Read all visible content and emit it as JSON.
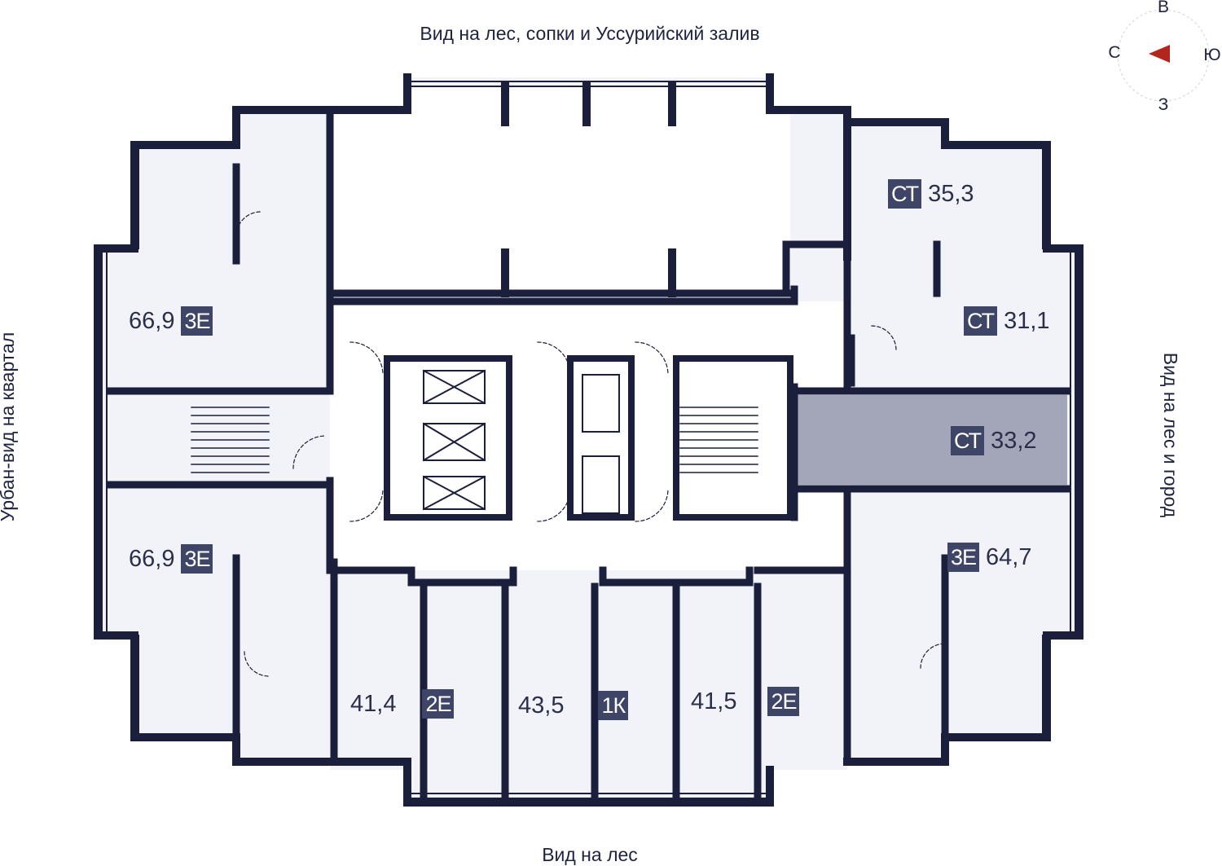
{
  "views": {
    "top": "Вид на лес, сопки и Уссурийский залив",
    "bottom": "Вид на лес",
    "left": "Урбан-вид на квартал",
    "right": "Вид на лес и город"
  },
  "compass": {
    "north": "С",
    "east": "В",
    "south": "Ю",
    "west": "З",
    "arrow_color": "#b3261e"
  },
  "colors": {
    "wall": "#1b1f3b",
    "floor": "#f2f3f9",
    "highlight": "#a3a6b9",
    "badge": "#3e4566"
  },
  "apartments": [
    {
      "id": "ct-35",
      "type": "СТ",
      "area": "35,3"
    },
    {
      "id": "ct-31",
      "type": "СТ",
      "area": "31,1"
    },
    {
      "id": "ct-33",
      "type": "СТ",
      "area": "33,2",
      "selected": true
    },
    {
      "id": "3e-64",
      "type": "3Е",
      "area": "64,7"
    },
    {
      "id": "3e-66-top",
      "type": "3Е",
      "area": "66,9"
    },
    {
      "id": "3e-66-bottom",
      "type": "3Е",
      "area": "66,9"
    },
    {
      "id": "2e-41-4",
      "type": "2Е",
      "area": "41,4"
    },
    {
      "id": "1k-43",
      "type": "1К",
      "area": "43,5"
    },
    {
      "id": "2e-41-5",
      "type": "2Е",
      "area": "41,5"
    }
  ]
}
